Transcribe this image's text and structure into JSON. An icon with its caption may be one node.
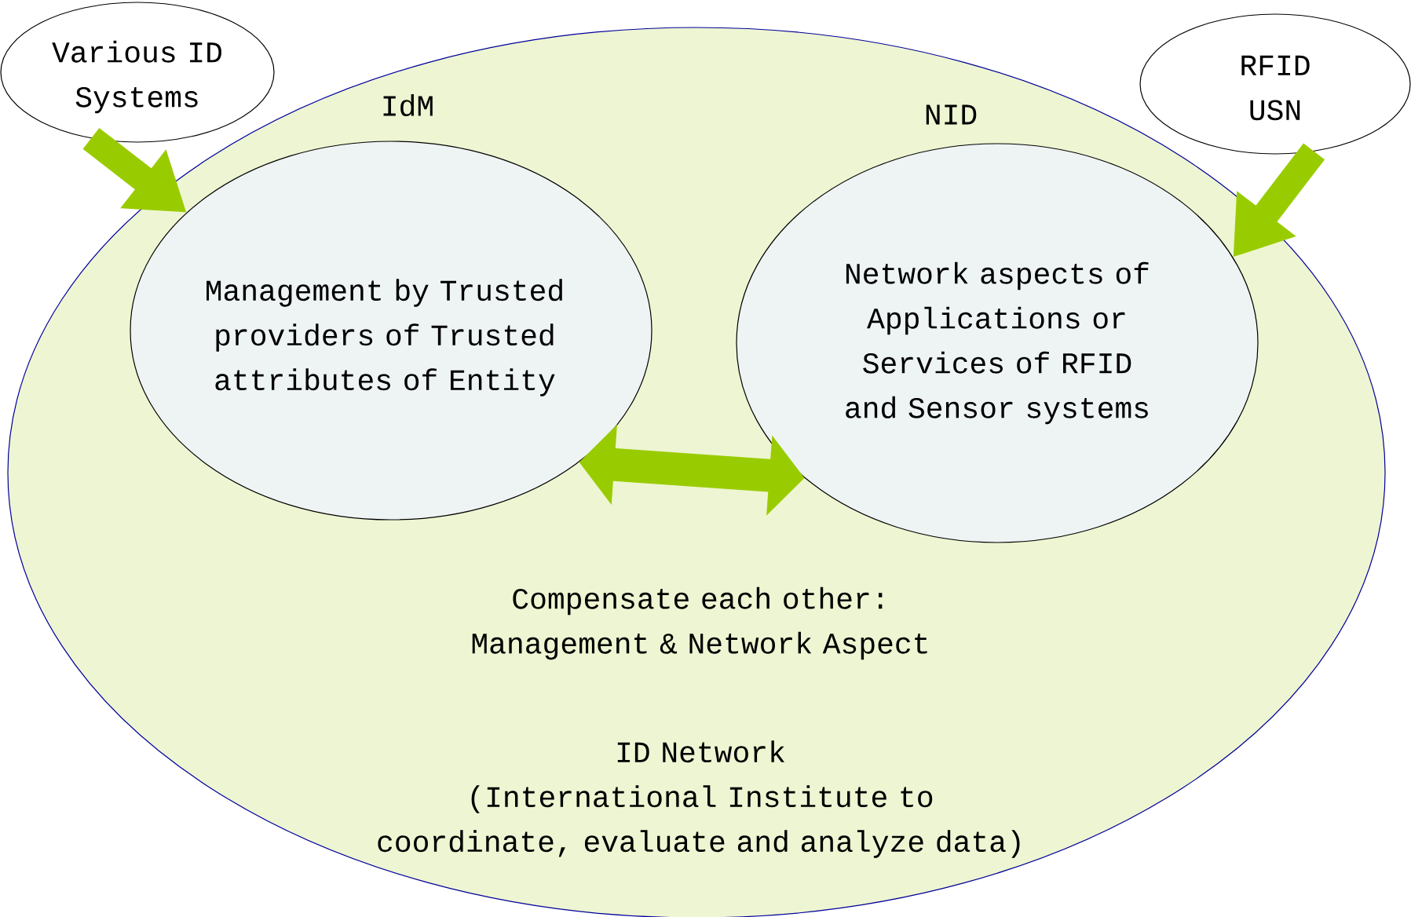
{
  "diagram": {
    "nodes": [
      {
        "text": [
          "ID Network",
          "(International Institute to coordinate, evaluate and analyze data)"
        ]
      },
      {
        "text": [
          "Various ID Systems"
        ]
      },
      {
        "text": [
          "RFID USN"
        ]
      },
      {
        "text": [
          "IdM",
          "Management by Trusted providers of Trusted attributes of Entity"
        ],
        "in": 0
      },
      {
        "text": [
          "NID",
          "Network aspects of Applications or Services of RFID and Sensor systems"
        ],
        "in": 0
      }
    ],
    "edges": [
      {
        "from": 1,
        "to": 3,
        "arrow": "to"
      },
      {
        "from": 2,
        "to": 4,
        "arrow": "to"
      },
      {
        "from": 3,
        "to": 4,
        "arrow": "both",
        "label": "Compensate each other: Management & Network Aspect"
      }
    ]
  }
}
